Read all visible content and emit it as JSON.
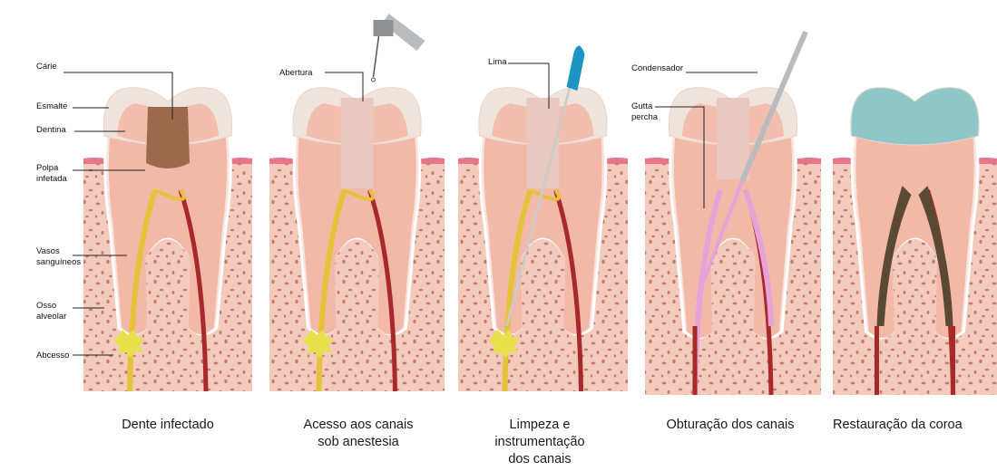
{
  "steps": [
    {
      "caption": "Dente infectado"
    },
    {
      "caption": "Acesso aos canais\nsob anestesia"
    },
    {
      "caption": "Limpeza e\ninstrumentação\ndos canais"
    },
    {
      "caption": "Obturação dos canais"
    },
    {
      "caption": "Restauração da coroa"
    }
  ],
  "labels": {
    "carie": "Cárie",
    "esmalte": "Esmalte",
    "dentina": "Dentina",
    "polpa": "Polpa\ninfetada",
    "vasos": "Vasos\nsanguíneos",
    "osso": "Osso\nalveolar",
    "abcesso": "Abcesso",
    "abertura": "Abertura",
    "lima": "Lima",
    "condensador": "Condensador",
    "gutta": "Gutta\npercha"
  },
  "colors": {
    "enamel": "#efe4dc",
    "dentin": "#f3b9a8",
    "bone": "#f2cbbd",
    "bone_dots": "#b85c55",
    "gum": "#e8758a",
    "pulp_infected": "#e4c23a",
    "vessel": "#a8292a",
    "caries": "#9c6a4a",
    "gutta_percha": "#e4a3d9",
    "crown": "#8fc7c9",
    "filling": "#5b4a33",
    "tool_handle": "#1c95c4",
    "tool_metal": "#b9bbbe"
  }
}
